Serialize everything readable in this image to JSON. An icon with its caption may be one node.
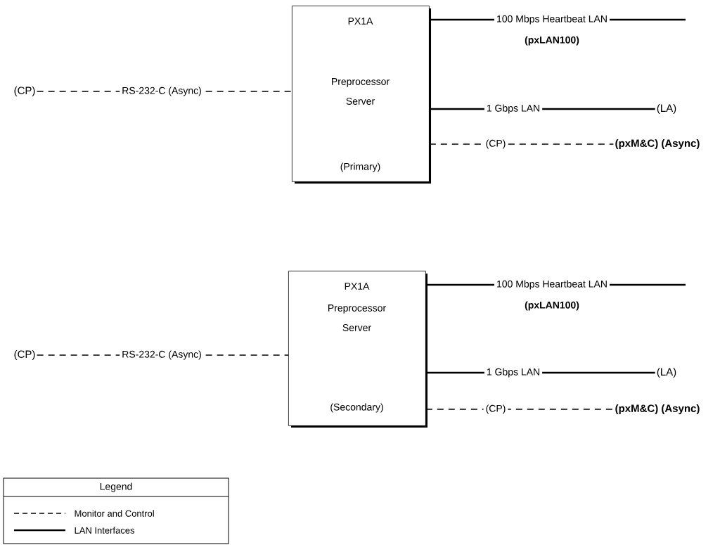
{
  "diagram": {
    "nodes": [
      {
        "text": [
          "PX1A",
          "Preprocessor Server",
          "(Primary)"
        ]
      },
      {
        "text": [
          "(CP)"
        ]
      },
      {
        "text": [
          "(LA)"
        ]
      },
      {
        "text": [
          "(pxM&C) (Async)"
        ]
      },
      {
        "text": [
          "PX1A",
          "Preprocessor Server",
          "(Secondary)"
        ]
      },
      {
        "text": [
          "(CP)"
        ]
      },
      {
        "text": [
          "(LA)"
        ]
      },
      {
        "text": [
          "(pxM&C) (Async)"
        ]
      }
    ],
    "edges": [
      {
        "from": 1,
        "to": 0,
        "arrow": "none",
        "label": "RS-232-C (Async)",
        "style": "dashed"
      },
      {
        "from": 0,
        "to": null,
        "arrow": "none",
        "label": "100 Mbps Heartbeat LAN"
      },
      {
        "from": 0,
        "to": 2,
        "arrow": "none",
        "label": "1 Gbps LAN"
      },
      {
        "from": 0,
        "to": 3,
        "arrow": "none",
        "label": "(CP)",
        "style": "dashed"
      },
      {
        "from": 5,
        "to": 4,
        "arrow": "none",
        "label": "RS-232-C (Async)",
        "style": "dashed"
      },
      {
        "from": 4,
        "to": null,
        "arrow": "none",
        "label": "100 Mbps Heartbeat LAN"
      },
      {
        "from": 4,
        "to": 6,
        "arrow": "none",
        "label": "1 Gbps LAN"
      },
      {
        "from": 4,
        "to": 7,
        "arrow": "none",
        "label": "(CP)",
        "style": "dashed"
      }
    ],
    "labels": [
      "(pxLAN100)",
      "(pxLAN100)",
      "Legend"
    ],
    "legend": [
      {
        "text": "Monitor and Control"
      },
      {
        "text": "LAN Interfaces"
      }
    ]
  }
}
